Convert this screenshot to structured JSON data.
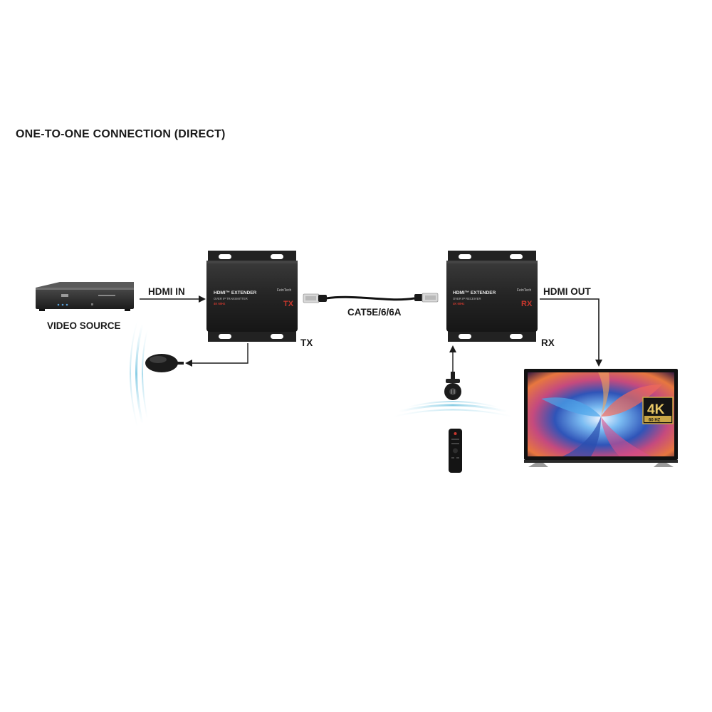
{
  "diagram": {
    "title": "ONE-TO-ONE CONNECTION (DIRECT)",
    "labels": {
      "hdmi_in": "HDMI IN",
      "hdmi_out": "HDMI OUT",
      "cable": "CAT5E/6/6A",
      "tx": "TX",
      "rx": "RX",
      "video_source": "VIDEO SOURCE"
    },
    "transmitter": {
      "line1": "HDMI™ EXTENDER",
      "line2": "OVER IP TRANSMITTER",
      "line3": "4K 60Hz",
      "badge": "TX",
      "brand": "FeinTech"
    },
    "receiver": {
      "line1": "HDMI™ EXTENDER",
      "line2": "OVER IP RECEIVER",
      "line3": "4K 60Hz",
      "badge": "RX",
      "brand": "FeinTech"
    },
    "tv_badge": {
      "big": "4K",
      "small": "60 HZ"
    }
  },
  "colors": {
    "device_body": "#262626",
    "accent_red": "#c8372d",
    "arrow": "#1a1a1a",
    "ir_wave": "#9fd6ea",
    "badge_gold": "#c9a646"
  },
  "icons": [
    "video-source-device",
    "tx-extender",
    "rx-extender",
    "ir-emitter-icon",
    "ir-receiver-icon",
    "remote-control-icon",
    "tv-icon",
    "rj45-connector-icon"
  ]
}
